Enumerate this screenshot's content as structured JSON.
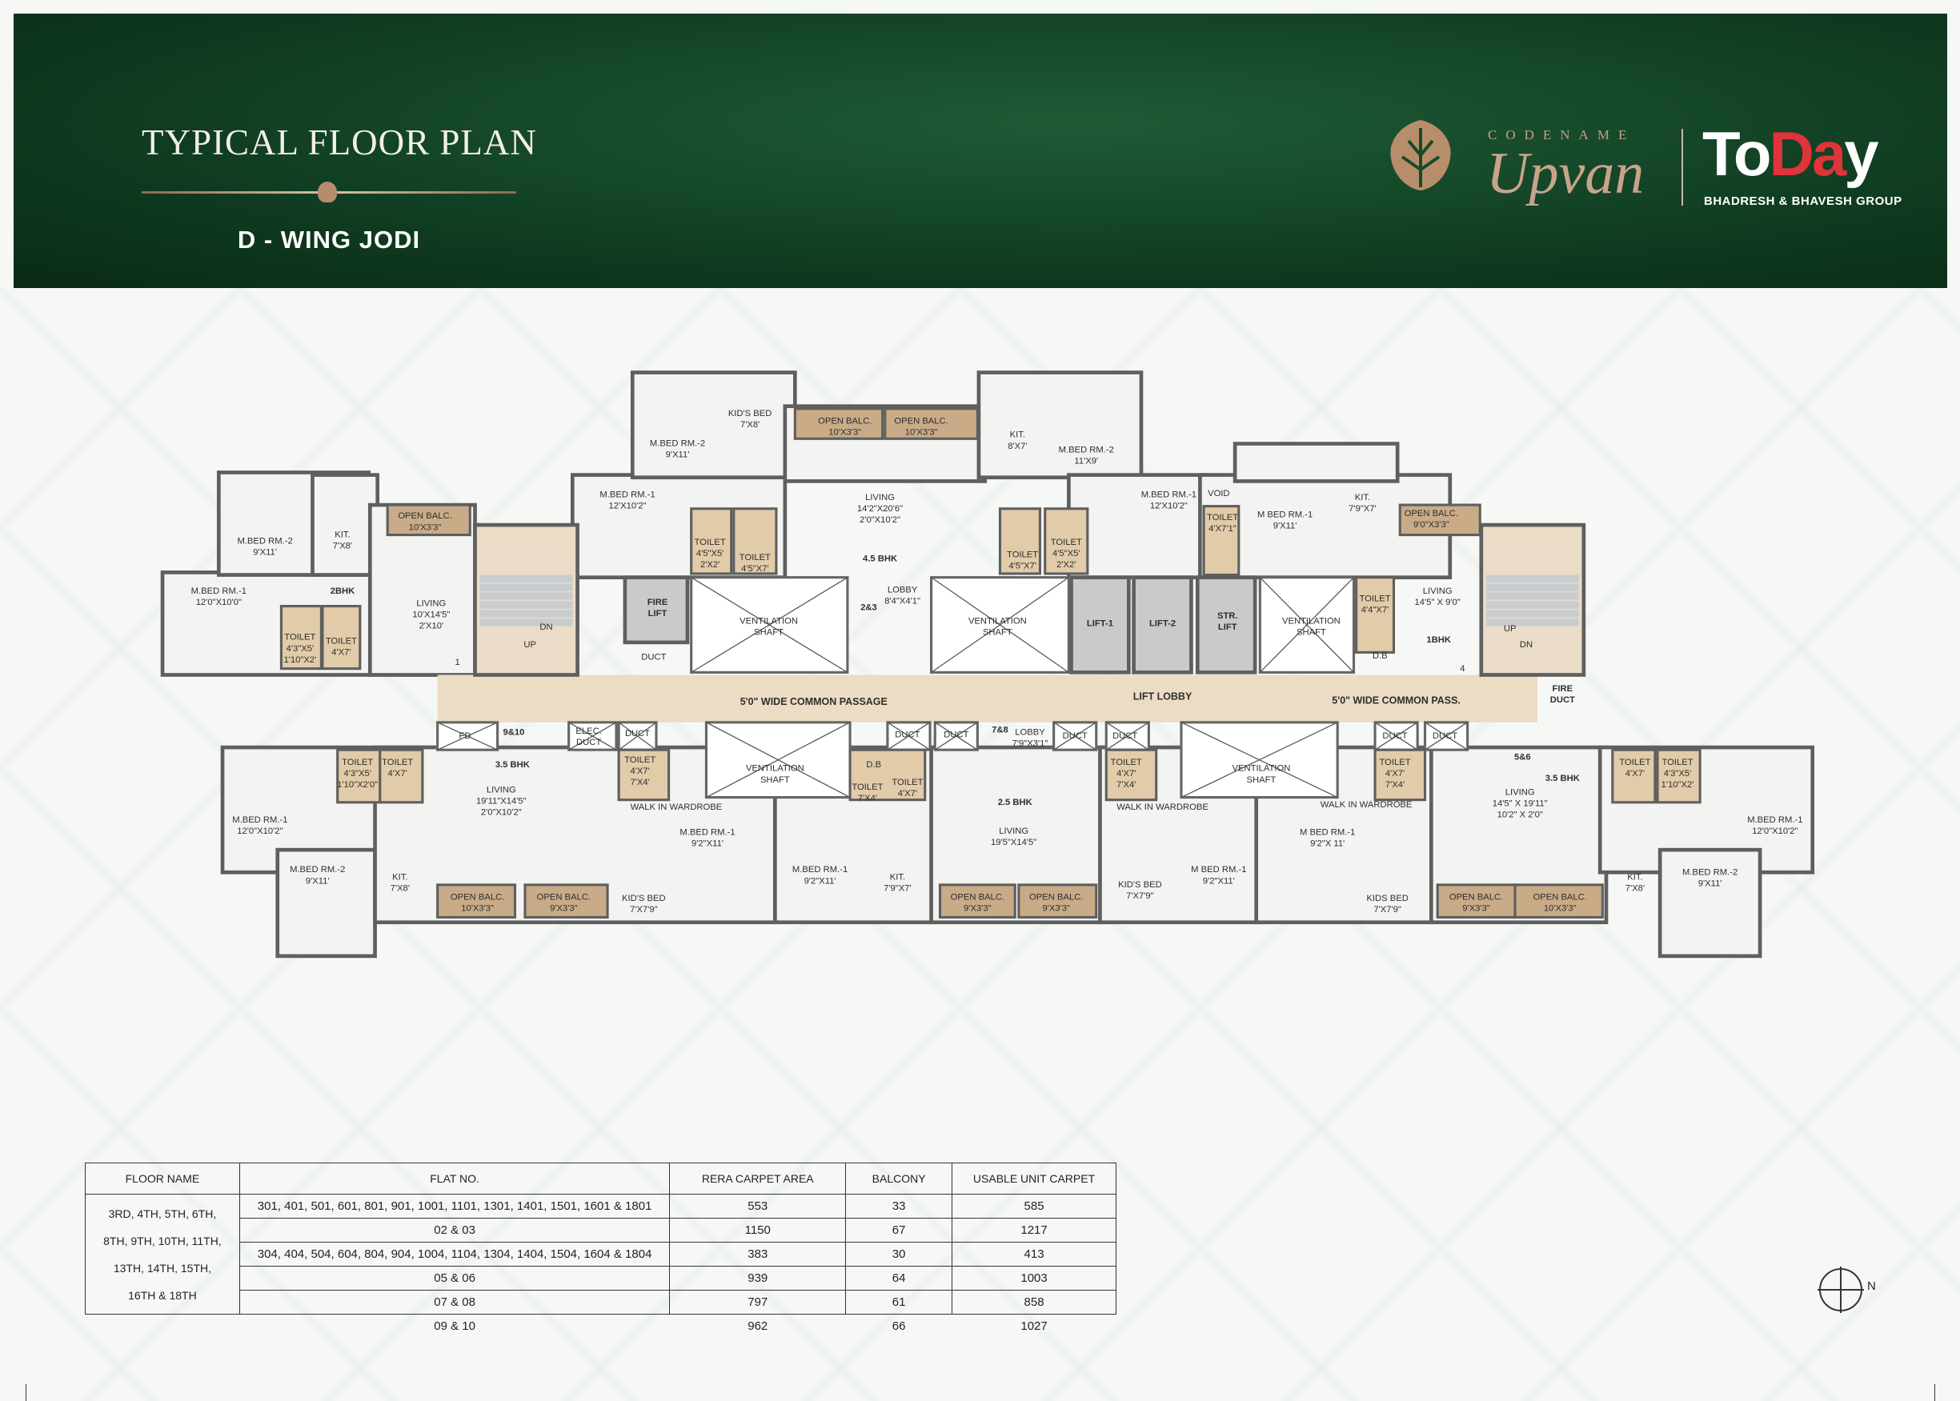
{
  "header": {
    "title": "TYPICAL FLOOR PLAN",
    "subtitle": "D - WING JODI",
    "logo": {
      "codename": "CODENAME",
      "project": "Upvan",
      "brand_a": "To",
      "brand_b": "Da",
      "brand_c": "y",
      "group": "BHADRESH & BHAVESH GROUP"
    },
    "colors": {
      "header_bg": "#164a2a",
      "accent_copper": "#c8a38a",
      "brand_red": "#e0333a"
    }
  },
  "plan": {
    "rooms": [
      {
        "name": "M.BED RM.-2",
        "dims": [
          "9'X11'"
        ]
      },
      {
        "name": "KIT.",
        "dims": [
          "7'X8'"
        ]
      },
      {
        "name": "OPEN BALC.",
        "dims": [
          "10'X3'3\""
        ]
      },
      {
        "name": "2BHK",
        "dims": []
      },
      {
        "name": "M.BED RM.-1",
        "dims": [
          "12'0\"X10'0\""
        ]
      },
      {
        "name": "LIVING",
        "dims": [
          "10'X14'5\"",
          "2'X10'"
        ]
      },
      {
        "name": "TOILET",
        "dims": [
          "4'3\"X5'",
          "1'10\"X2'"
        ]
      },
      {
        "name": "TOILET",
        "dims": [
          "4'X7'"
        ]
      },
      {
        "name": "DN",
        "dims": []
      },
      {
        "name": "UP",
        "dims": []
      },
      {
        "name": "1",
        "dims": []
      },
      {
        "name": "M.BED RM.-2",
        "dims": [
          "9'X11'"
        ]
      },
      {
        "name": "KID'S BED",
        "dims": [
          "7'X8'"
        ]
      },
      {
        "name": "OPEN BALC.",
        "dims": [
          "10'X3'3\""
        ]
      },
      {
        "name": "OPEN BALC.",
        "dims": [
          "10'X3'3\""
        ]
      },
      {
        "name": "LIVING",
        "dims": [
          "14'2\"X20'6\"",
          "2'0\"X10'2\""
        ]
      },
      {
        "name": "M.BED RM.-1",
        "dims": [
          "12'X10'2\""
        ]
      },
      {
        "name": "TOILET",
        "dims": [
          "4'5\"X5'",
          "2'X2'"
        ]
      },
      {
        "name": "TOILET",
        "dims": [
          "4'5\"X7'"
        ]
      },
      {
        "name": "4.5 BHK",
        "dims": []
      },
      {
        "name": "LOBBY",
        "dims": [
          "8'4\"X4'1\""
        ]
      },
      {
        "name": "2&3",
        "dims": []
      },
      {
        "name": "FIRE",
        "dims": [
          "LIFT"
        ]
      },
      {
        "name": "VENTILATION",
        "dims": [
          "SHAFT"
        ]
      },
      {
        "name": "DUCT",
        "dims": []
      },
      {
        "name": "VENTILATION",
        "dims": [
          "SHAFT"
        ]
      },
      {
        "name": "KIT.",
        "dims": [
          "8'X7'"
        ]
      },
      {
        "name": "M.BED RM.-2",
        "dims": [
          "11'X9'"
        ]
      },
      {
        "name": "M.BED RM.-1",
        "dims": [
          "12'X10'2\""
        ]
      },
      {
        "name": "TOILET",
        "dims": [
          "4'5\"X7'"
        ]
      },
      {
        "name": "TOILET",
        "dims": [
          "4'5\"X5'",
          "2'X2'"
        ]
      },
      {
        "name": "LIFT-1",
        "dims": []
      },
      {
        "name": "LIFT-2",
        "dims": []
      },
      {
        "name": "STR.",
        "dims": [
          "LIFT"
        ]
      },
      {
        "name": "VOID",
        "dims": []
      },
      {
        "name": "TOILET",
        "dims": [
          "4'X7'1\""
        ]
      },
      {
        "name": "M BED RM.-1",
        "dims": [
          "9'X11'"
        ]
      },
      {
        "name": "KIT.",
        "dims": [
          "7'9\"X7'"
        ]
      },
      {
        "name": "OPEN BALC.",
        "dims": [
          "9'0\"X3'3\""
        ]
      },
      {
        "name": "VENTILATION",
        "dims": [
          "SHAFT"
        ]
      },
      {
        "name": "TOILET",
        "dims": [
          "4'4\"X7'"
        ]
      },
      {
        "name": "D.B",
        "dims": []
      },
      {
        "name": "LIVING",
        "dims": [
          "14'5\" X 9'0\""
        ]
      },
      {
        "name": "1BHK",
        "dims": []
      },
      {
        "name": "4",
        "dims": []
      },
      {
        "name": "UP",
        "dims": []
      },
      {
        "name": "DN",
        "dims": []
      },
      {
        "name": "FIRE",
        "dims": [
          "DUCT"
        ]
      },
      {
        "name": "5'0\" WIDE COMMON PASSAGE",
        "dims": []
      },
      {
        "name": "LIFT LOBBY",
        "dims": []
      },
      {
        "name": "5'0\" WIDE COMMON PASS.",
        "dims": []
      },
      {
        "name": "FD",
        "dims": []
      },
      {
        "name": "9&10",
        "dims": []
      },
      {
        "name": "ELEC.",
        "dims": [
          "DUCT"
        ]
      },
      {
        "name": "DUCT",
        "dims": []
      },
      {
        "name": "3.5 BHK",
        "dims": []
      },
      {
        "name": "TOILET",
        "dims": [
          "4'3\"X5'",
          "1'10\"X2'0\""
        ]
      },
      {
        "name": "TOILET",
        "dims": [
          "4'X7'"
        ]
      },
      {
        "name": "M.BED RM.-1",
        "dims": [
          "12'0\"X10'2\""
        ]
      },
      {
        "name": "LIVING",
        "dims": [
          "19'11\"X14'5\"",
          "2'0\"X10'2\""
        ]
      },
      {
        "name": "M.BED RM.-2",
        "dims": [
          "9'X11'"
        ]
      },
      {
        "name": "KIT.",
        "dims": [
          "7'X8'"
        ]
      },
      {
        "name": "OPEN BALC.",
        "dims": [
          "10'X3'3\""
        ]
      },
      {
        "name": "OPEN BALC.",
        "dims": [
          "9'X3'3\""
        ]
      },
      {
        "name": "TOILET",
        "dims": [
          "4'X7'",
          "7'X4'"
        ]
      },
      {
        "name": "WALK IN WARDROBE",
        "dims": []
      },
      {
        "name": "VENTILATION",
        "dims": [
          "SHAFT"
        ]
      },
      {
        "name": "M.BED RM.-1",
        "dims": [
          "9'2\"X11'"
        ]
      },
      {
        "name": "KID'S BED",
        "dims": [
          "7'X7'9\""
        ]
      },
      {
        "name": "D.B",
        "dims": []
      },
      {
        "name": "TOILET",
        "dims": [
          "7'X4'"
        ]
      },
      {
        "name": "TOILET",
        "dims": [
          "4'X7'"
        ]
      },
      {
        "name": "DUCT",
        "dims": []
      },
      {
        "name": "DUCT",
        "dims": []
      },
      {
        "name": "7&8",
        "dims": []
      },
      {
        "name": "LOBBY",
        "dims": [
          "7'9\"X3'1\""
        ]
      },
      {
        "name": "M.BED RM.-1",
        "dims": [
          "9'2\"X11'"
        ]
      },
      {
        "name": "KIT.",
        "dims": [
          "7'9\"X7'"
        ]
      },
      {
        "name": "2.5 BHK",
        "dims": []
      },
      {
        "name": "LIVING",
        "dims": [
          "19'5\"X14'5\""
        ]
      },
      {
        "name": "OPEN BALC.",
        "dims": [
          "9'X3'3\""
        ]
      },
      {
        "name": "OPEN BALC.",
        "dims": [
          "9'X3'3\""
        ]
      },
      {
        "name": "DUCT",
        "dims": []
      },
      {
        "name": "DUCT",
        "dims": []
      },
      {
        "name": "TOILET",
        "dims": [
          "4'X7'",
          "7'X4'"
        ]
      },
      {
        "name": "WALK IN WARDROBE",
        "dims": []
      },
      {
        "name": "VENTILATION",
        "dims": [
          "SHAFT"
        ]
      },
      {
        "name": "TOILET",
        "dims": [
          "4'X7'",
          "7'X4'"
        ]
      },
      {
        "name": "WALK IN WARDROBE",
        "dims": []
      },
      {
        "name": "DUCT",
        "dims": []
      },
      {
        "name": "DUCT",
        "dims": []
      },
      {
        "name": "KID'S BED",
        "dims": [
          "7'X7'9\""
        ]
      },
      {
        "name": "M BED RM.-1",
        "dims": [
          "9'2\"X11'"
        ]
      },
      {
        "name": "M BED RM.-1",
        "dims": [
          "9'2\"X 11'"
        ]
      },
      {
        "name": "KIDS BED",
        "dims": [
          "7'X7'9\""
        ]
      },
      {
        "name": "5&6",
        "dims": []
      },
      {
        "name": "3.5 BHK",
        "dims": []
      },
      {
        "name": "LIVING",
        "dims": [
          "14'5\" X 19'11\"",
          "10'2\" X 2'0\""
        ]
      },
      {
        "name": "TOILET",
        "dims": [
          "4'X7'"
        ]
      },
      {
        "name": "TOILET",
        "dims": [
          "4'3\"X5'",
          "1'10\"X2'"
        ]
      },
      {
        "name": "M.BED RM.-1",
        "dims": [
          "12'0\"X10'2\""
        ]
      },
      {
        "name": "OPEN BALC.",
        "dims": [
          "9'X3'3\""
        ]
      },
      {
        "name": "OPEN BALC.",
        "dims": [
          "10'X3'3\""
        ]
      },
      {
        "name": "KIT.",
        "dims": [
          "7'X8'"
        ]
      },
      {
        "name": "M.BED RM.-2",
        "dims": [
          "9'X11'"
        ]
      }
    ],
    "colors": {
      "wall": "#5f5f5f",
      "balcony": "#c9ab88",
      "passage": "#ecdcc4",
      "lift": "#c8cacb",
      "floor": "#f3f3f1"
    }
  },
  "table": {
    "headers": [
      "FLOOR NAME",
      "FLAT NO.",
      "RERA CARPET AREA",
      "BALCONY",
      "USABLE UNIT CARPET"
    ],
    "floor_name_lines": [
      "3RD, 4TH, 5TH, 6TH,",
      "8TH, 9TH, 10TH, 11TH,",
      "13TH, 14TH, 15TH,",
      "16TH & 18TH"
    ],
    "rows": [
      {
        "flat": "301, 401, 501, 601, 801, 901, 1001, 1101, 1301, 1401, 1501, 1601 & 1801",
        "rera": "553",
        "balcony": "33",
        "usable": "585"
      },
      {
        "flat": "02 & 03",
        "rera": "1150",
        "balcony": "67",
        "usable": "1217"
      },
      {
        "flat": "304, 404, 504, 604, 804, 904, 1004, 1104, 1304, 1404, 1504, 1604 & 1804",
        "rera": "383",
        "balcony": "30",
        "usable": "413"
      },
      {
        "flat": "05 & 06",
        "rera": "939",
        "balcony": "64",
        "usable": "1003"
      },
      {
        "flat": "07 & 08",
        "rera": "797",
        "balcony": "61",
        "usable": "858"
      },
      {
        "flat": "09 & 10",
        "rera": "962",
        "balcony": "66",
        "usable": "1027"
      }
    ]
  },
  "compass": {
    "label": "N"
  }
}
